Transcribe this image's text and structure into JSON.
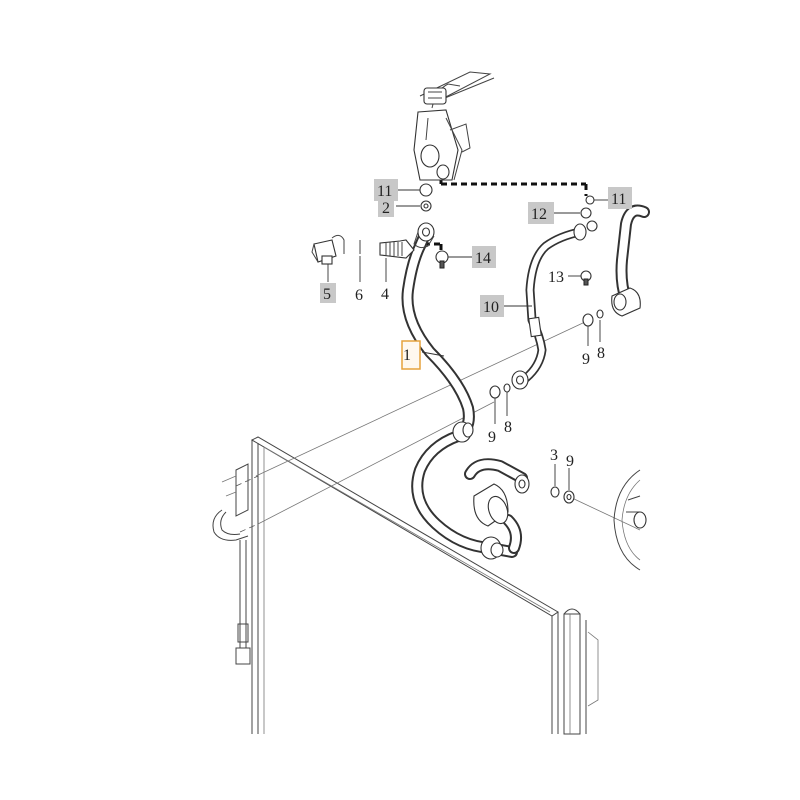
{
  "diagram": {
    "callouts": [
      {
        "id": "c1",
        "label": "1",
        "style": "selected"
      },
      {
        "id": "c2",
        "label": "2",
        "style": "boxed"
      },
      {
        "id": "c3",
        "label": "3",
        "style": "plain"
      },
      {
        "id": "c4",
        "label": "4",
        "style": "plain"
      },
      {
        "id": "c5",
        "label": "5",
        "style": "boxed"
      },
      {
        "id": "c6",
        "label": "6",
        "style": "plain"
      },
      {
        "id": "c8a",
        "label": "8",
        "style": "plain"
      },
      {
        "id": "c8b",
        "label": "8",
        "style": "plain"
      },
      {
        "id": "c9a",
        "label": "9",
        "style": "plain"
      },
      {
        "id": "c9b",
        "label": "9",
        "style": "plain"
      },
      {
        "id": "c9c",
        "label": "9",
        "style": "plain"
      },
      {
        "id": "c10",
        "label": "10",
        "style": "boxed"
      },
      {
        "id": "c11a",
        "label": "11",
        "style": "boxed"
      },
      {
        "id": "c11b",
        "label": "11",
        "style": "boxed"
      },
      {
        "id": "c12",
        "label": "12",
        "style": "boxed"
      },
      {
        "id": "c13",
        "label": "13",
        "style": "plain"
      },
      {
        "id": "c14",
        "label": "14",
        "style": "boxed"
      }
    ]
  },
  "colors": {
    "selected_border": "#e6a23c",
    "label_box": "#c8c8c8",
    "line": "#333333"
  }
}
